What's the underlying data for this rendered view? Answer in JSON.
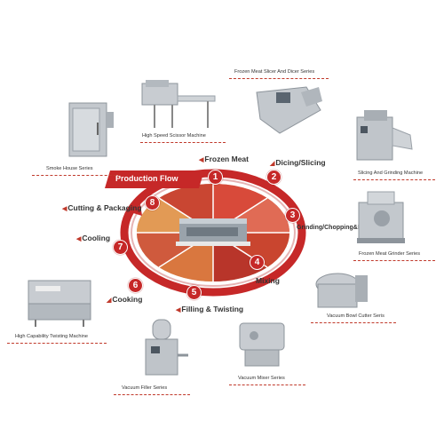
{
  "banner": {
    "title": "Production Flow"
  },
  "steps": [
    {
      "num": "1",
      "label": "Frozen Meat"
    },
    {
      "num": "2",
      "label": "Dicing/Slicing"
    },
    {
      "num": "3",
      "label": "Grinding/Chopping&Mixing"
    },
    {
      "num": "4",
      "label": "Mixing"
    },
    {
      "num": "5",
      "label": "Filling & Twisting"
    },
    {
      "num": "6",
      "label": "Cooking"
    },
    {
      "num": "7",
      "label": "Cooling"
    },
    {
      "num": "8",
      "label": "Cutting & Packaging"
    }
  ],
  "machines": {
    "smoke_house": "Smoke House Series",
    "scissor": "High  Speed  Scissor  Machine",
    "slicer_dicer": "Frozen Meat Slicer And Dicer Series",
    "slicing_grinding": "Slicing And Grinding Machine",
    "grinder": "Frozen Meat Grinder Series",
    "bowl_cutter": "Vacuum Bowl Cutter Seris",
    "mixer": "Vacuum Mixer Series",
    "filler": "Vacuum Filler Series",
    "twisting": "High Capability Twisting Machine"
  },
  "colors": {
    "accent": "#c62828",
    "steel": "#b8bcc2",
    "text": "#333333"
  },
  "icons": {
    "step_arrow": "red-arrow-icon"
  }
}
